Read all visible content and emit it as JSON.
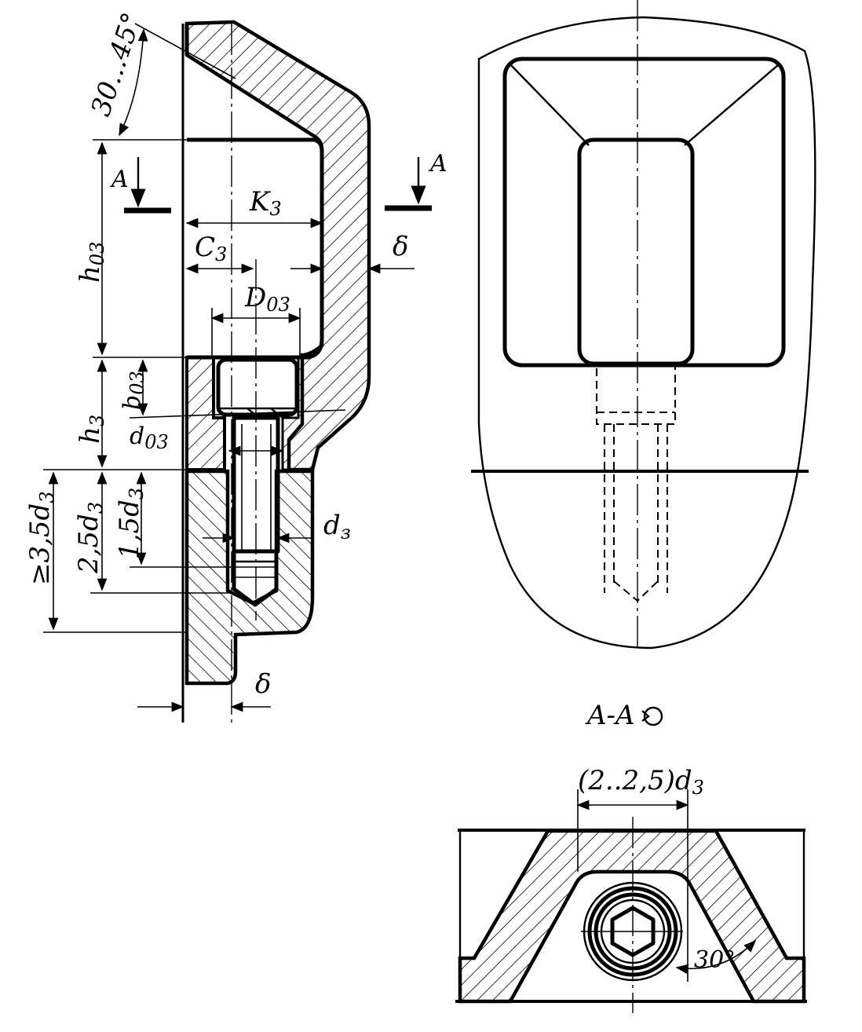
{
  "labels": {
    "angle_range": "30...45°",
    "section_mark_left": "A",
    "section_mark_right": "A",
    "k3": "K",
    "k3_sub": "3",
    "c3": "C",
    "c3_sub": "3",
    "delta_top": "δ",
    "delta_bottom": "δ",
    "h03": "h",
    "h03_sub": "03",
    "d03_upper": "D",
    "d03_upper_sub": "03",
    "b03": "b",
    "b03_sub": "03",
    "h3": "h",
    "h3_sub": "3",
    "d03_lower": "d",
    "d03_lower_sub": "03",
    "d3_right": "d",
    "d3_right_sub": "з",
    "len_35": "≥3,5d",
    "len_35_sub": "3",
    "len_25": "2,5d",
    "len_25_sub": "3",
    "len_15": "1,5d",
    "len_15_sub": "3",
    "section_title": "A-A",
    "width_label": "(2..2,5)d",
    "width_label_sub": "3",
    "angle_30": "30°"
  }
}
